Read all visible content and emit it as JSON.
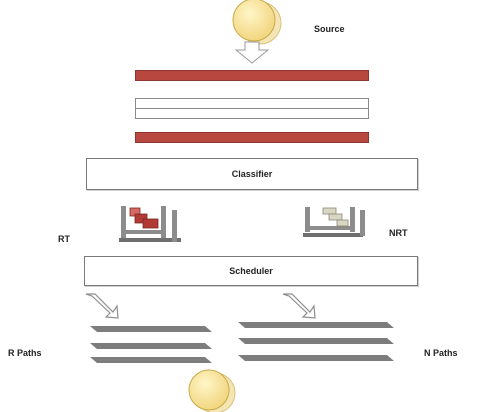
{
  "labels": {
    "source": "Source",
    "classifier": "Classifier",
    "scheduler": "Scheduler",
    "rt": "RT",
    "nrt": "NRT",
    "r_paths": "R Paths",
    "n_paths": "N Paths"
  },
  "colors": {
    "node_fill": "#f6df8a",
    "node_stroke": "#c9a94a",
    "queue_red": "#b7473f",
    "path_gray": "#7d7d7d",
    "buffer_gray": "#8c8c8c",
    "rt_packet": "#b23a34",
    "nrt_packet": "#d9d7c4"
  }
}
